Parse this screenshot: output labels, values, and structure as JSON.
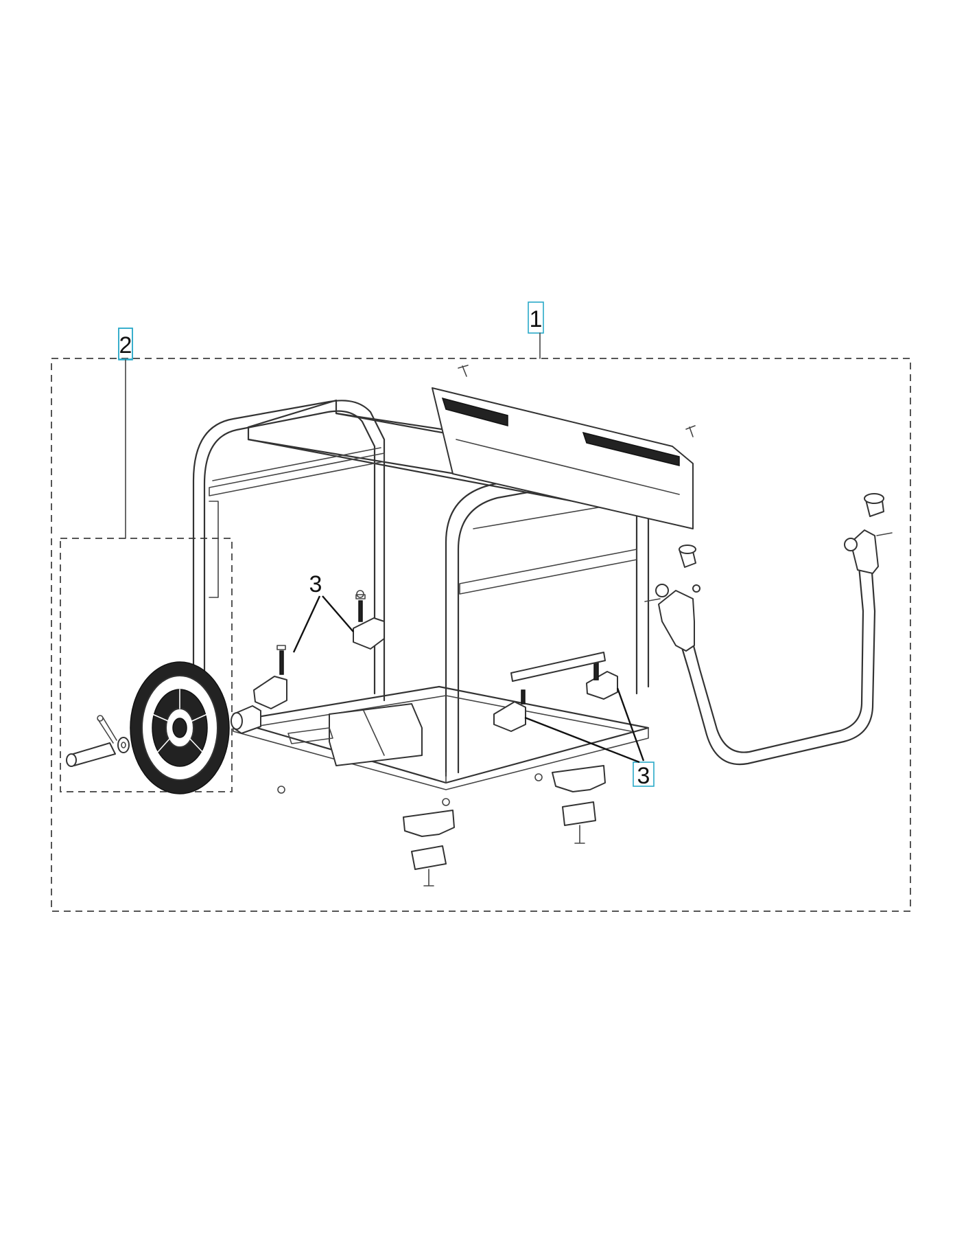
{
  "callouts": [
    {
      "id": "1",
      "label": "1"
    },
    {
      "id": "2",
      "label": "2"
    },
    {
      "id": "3a",
      "label": "3"
    },
    {
      "id": "3b",
      "label": "3"
    }
  ],
  "colors": {
    "callout_box": "#28a8c8",
    "line": "#333333",
    "background": "#ffffff"
  }
}
